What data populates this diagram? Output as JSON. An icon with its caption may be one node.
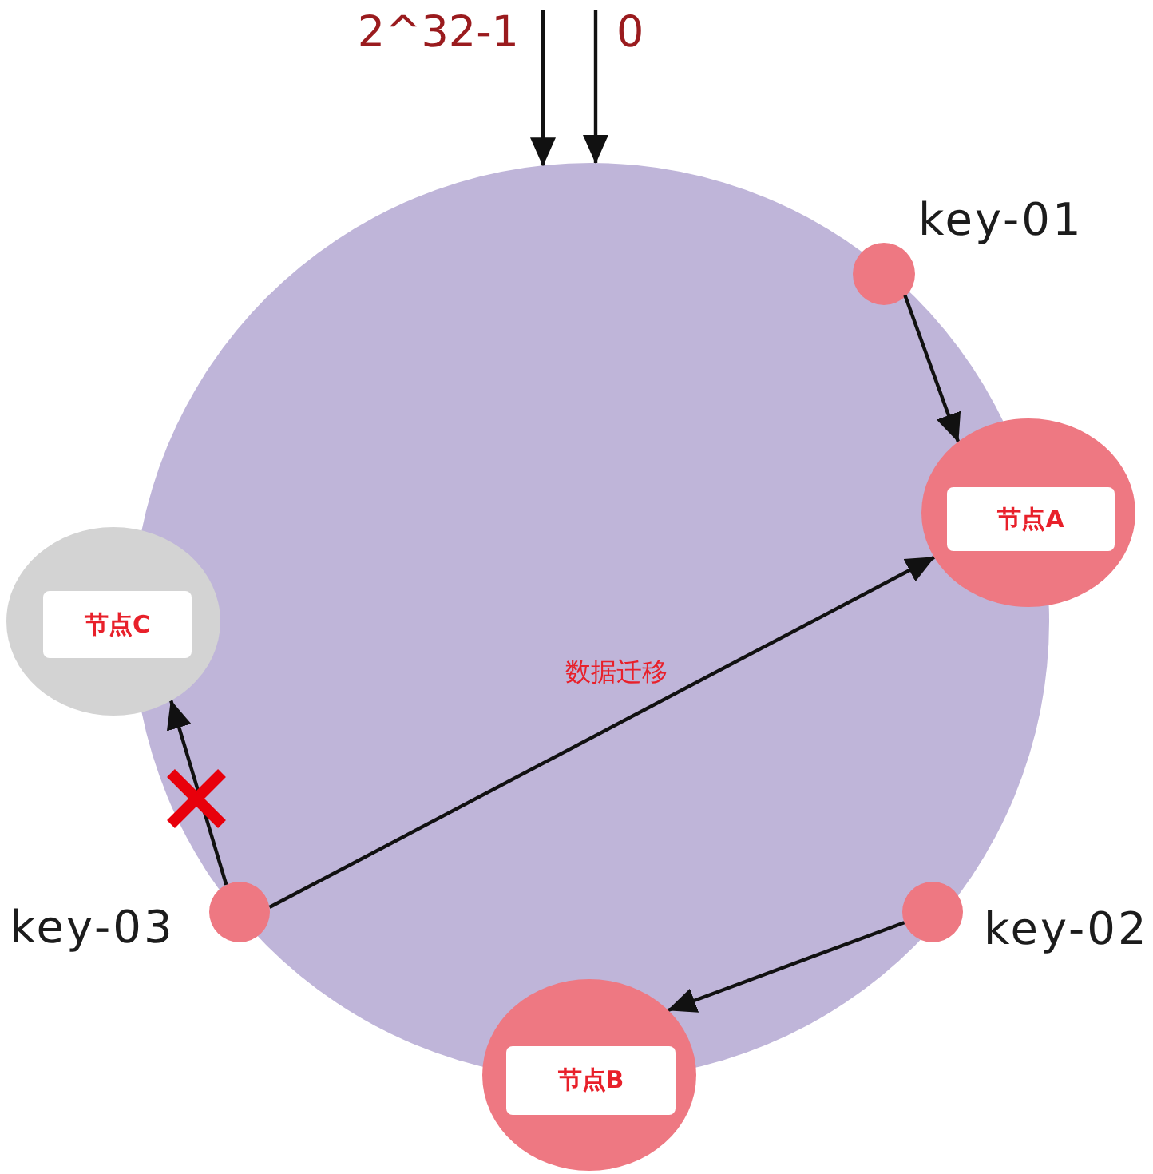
{
  "diagram": {
    "nodes": [
      {
        "text": [
          "2^32-1"
        ]
      },
      {
        "text": [
          "0"
        ]
      },
      {
        "text": [],
        "shape": "circle"
      },
      {
        "text": [],
        "shape": "circle",
        "in": 2
      },
      {
        "text": [
          "节点A"
        ]
      },
      {
        "text": [
          "节点C"
        ]
      },
      {
        "text": [],
        "shape": "circle",
        "in": 2
      },
      {
        "text": [],
        "shape": "circle",
        "in": 2
      },
      {
        "text": [
          "节点B"
        ]
      }
    ],
    "edges": [
      {
        "from": 0,
        "to": 2,
        "arrow": "to"
      },
      {
        "from": 1,
        "to": 2,
        "arrow": "to"
      },
      {
        "from": 3,
        "to": 4,
        "arrow": "to"
      },
      {
        "from": 6,
        "to": 5,
        "arrow": "to"
      },
      {
        "from": 6,
        "to": 4,
        "arrow": "to",
        "label": "数据迁移"
      },
      {
        "from": 7,
        "to": 8,
        "arrow": "to"
      }
    ],
    "labels": [
      "key-01",
      "key-03",
      "key-02"
    ]
  }
}
